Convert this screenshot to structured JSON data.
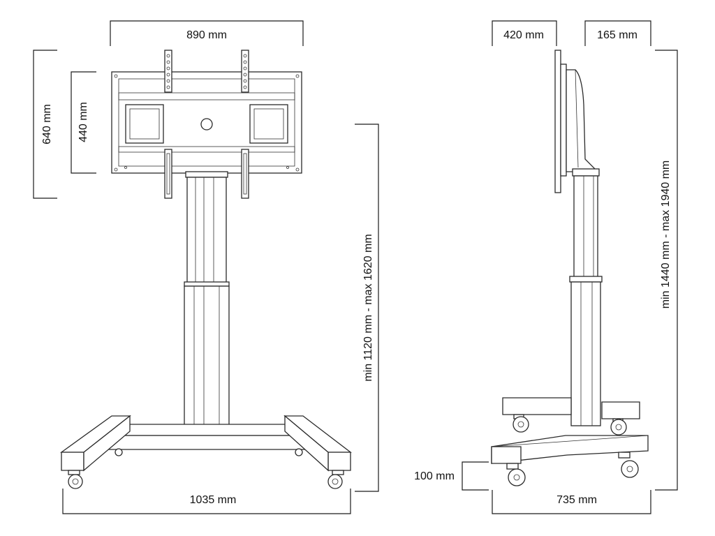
{
  "dimensions": {
    "front_width": "890 mm",
    "front_bracket_height_outer": "640 mm",
    "front_bracket_height_inner": "440 mm",
    "front_height_range": "min 1120 mm - max 1620 mm",
    "front_base_width": "1035 mm",
    "side_depth_bracket": "420 mm",
    "side_depth_offset": "165 mm",
    "side_height_range": "min 1440 mm - max 1940 mm",
    "side_base_height": "100 mm",
    "side_base_depth": "735 mm"
  }
}
